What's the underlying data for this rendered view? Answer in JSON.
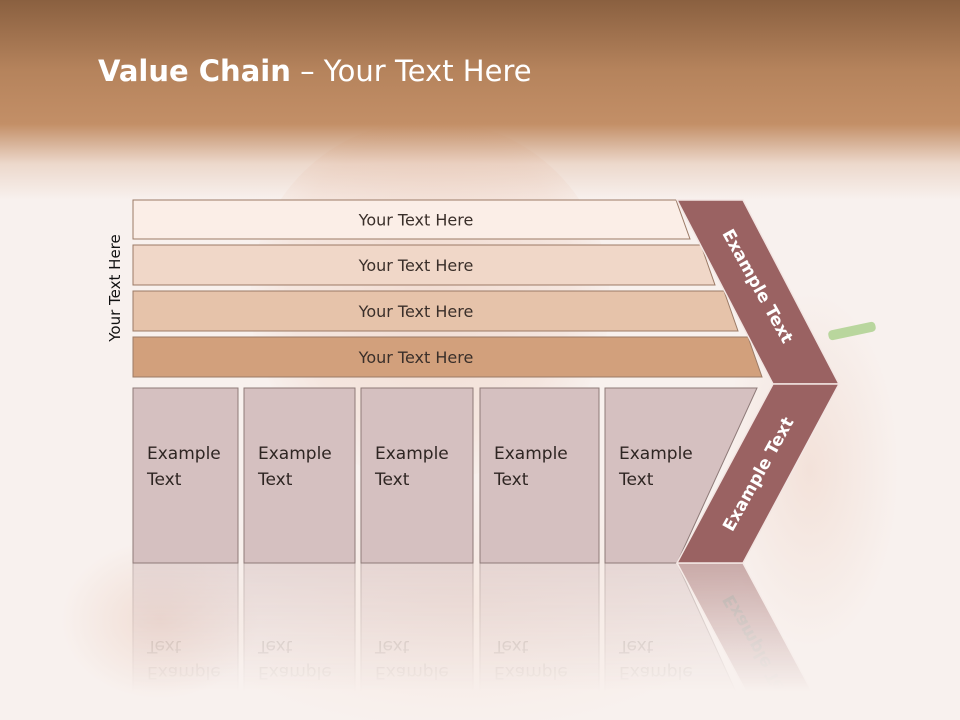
{
  "title": {
    "bold": "Value Chain",
    "rest": " – Your Text Here"
  },
  "side_label": "Your Text Here",
  "rows": [
    {
      "label": "Your Text Here",
      "fill": "#fbeee7"
    },
    {
      "label": "Your Text Here",
      "fill": "#f0d7c8"
    },
    {
      "label": "Your Text Here",
      "fill": "#e6c3aa"
    },
    {
      "label": "Your Text Here",
      "fill": "#d2a07c"
    }
  ],
  "boxes": [
    {
      "line1": "Example",
      "line2": "Text"
    },
    {
      "line1": "Example",
      "line2": "Text"
    },
    {
      "line1": "Example",
      "line2": "Text"
    },
    {
      "line1": "Example",
      "line2": "Text"
    },
    {
      "line1": "Example",
      "line2": "Text"
    }
  ],
  "chevron": {
    "top_label": "Example Text",
    "bottom_label": "Example Text",
    "color": "#9a6262"
  },
  "colors": {
    "box_fill": "#d5c0c0",
    "box_stroke": "#8e7a78",
    "row_stroke": "#9b7a66"
  }
}
